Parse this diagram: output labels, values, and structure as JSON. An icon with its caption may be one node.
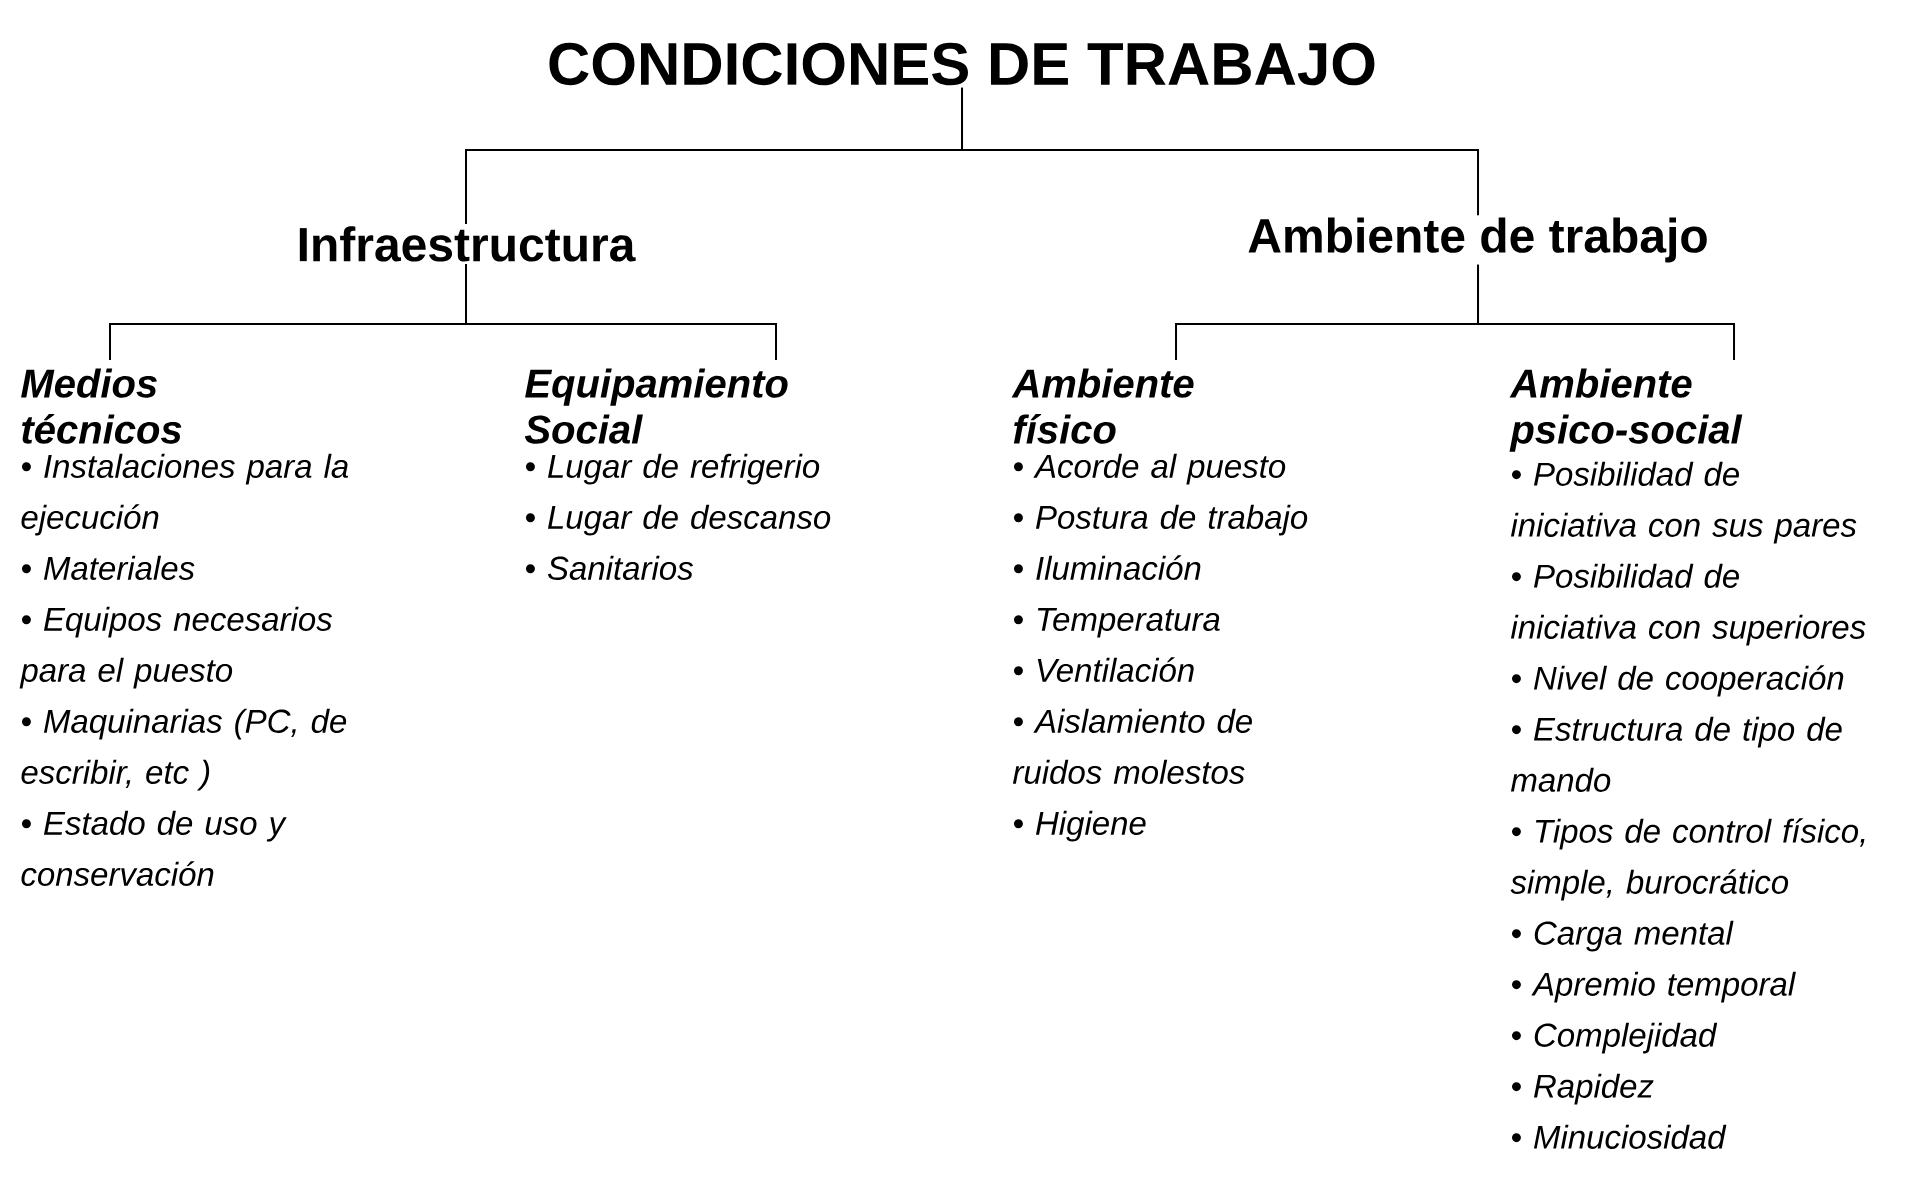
{
  "diagram": {
    "nodes": [
      {
        "text": [
          "CONDICIONES DE TRABAJO"
        ]
      },
      {
        "text": [
          "Infraestructura"
        ]
      },
      {
        "text": [
          "Ambiente de trabajo"
        ]
      },
      {
        "text": [
          "Medios técnicos",
          "• Instalaciones para la ejecución",
          "• Materiales",
          "• Equipos necesarios para el puesto",
          "• Maquinarias (PC, de escribir, etc )",
          "• Estado de uso y conservación"
        ]
      },
      {
        "text": [
          "Equipamiento Social",
          "• Lugar de refrigerio",
          "• Lugar de descanso",
          "• Sanitarios"
        ]
      },
      {
        "text": [
          "Ambiente físico",
          "• Acorde al puesto",
          "• Postura de trabajo",
          "• Iluminación",
          "• Temperatura",
          "• Ventilación",
          "• Aislamiento de ruidos molestos",
          "• Higiene"
        ]
      },
      {
        "text": [
          "Ambiente psico-social",
          "• Posibilidad de iniciativa con sus pares",
          "• Posibilidad de iniciativa con superiores",
          "• Nivel de cooperación",
          "• Estructura de tipo de mando",
          "• Tipos de control físico, simple, burocrático",
          "• Carga mental",
          "• Apremio temporal",
          "• Complejidad",
          "• Rapidez",
          "• Minuciosidad"
        ]
      }
    ],
    "edges": [
      {
        "from": 0,
        "to": 1,
        "arrow": "none"
      },
      {
        "from": 0,
        "to": 2,
        "arrow": "none"
      },
      {
        "from": 1,
        "to": 3,
        "arrow": "none"
      },
      {
        "from": 1,
        "to": 4,
        "arrow": "none"
      },
      {
        "from": 2,
        "to": 5,
        "arrow": "none"
      },
      {
        "from": 2,
        "to": 6,
        "arrow": "none"
      }
    ]
  }
}
